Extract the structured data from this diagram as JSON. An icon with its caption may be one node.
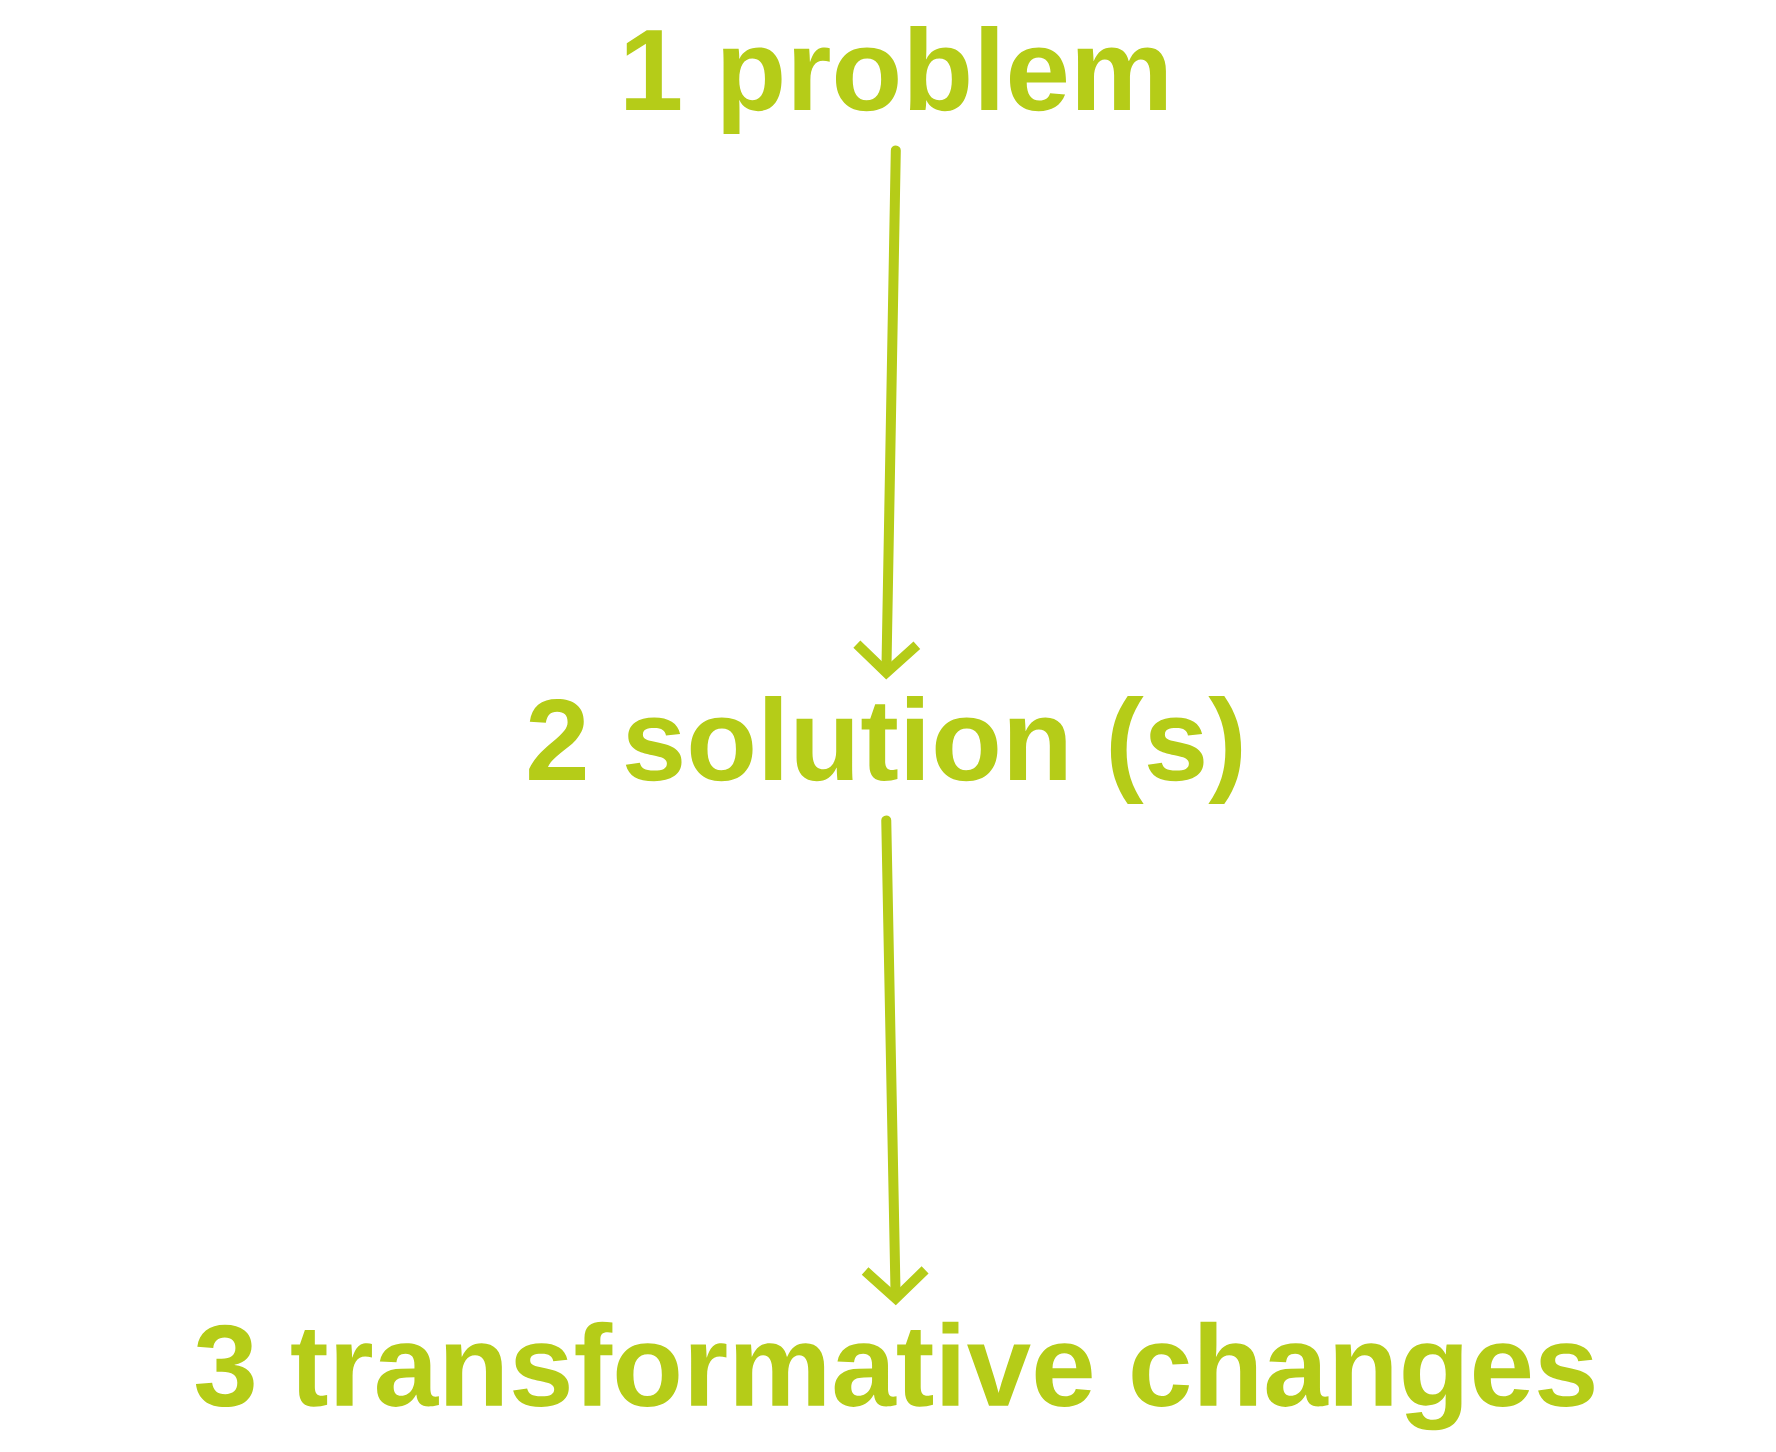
{
  "diagram": {
    "nodes": [
      {
        "text": [
          "1 problem"
        ]
      },
      {
        "text": [
          "2 solution (s)"
        ]
      },
      {
        "text": [
          "3 transformative changes"
        ]
      }
    ],
    "edges": [
      {
        "from": 0,
        "to": 1,
        "arrow": "to"
      },
      {
        "from": 1,
        "to": 2,
        "arrow": "to"
      }
    ]
  }
}
